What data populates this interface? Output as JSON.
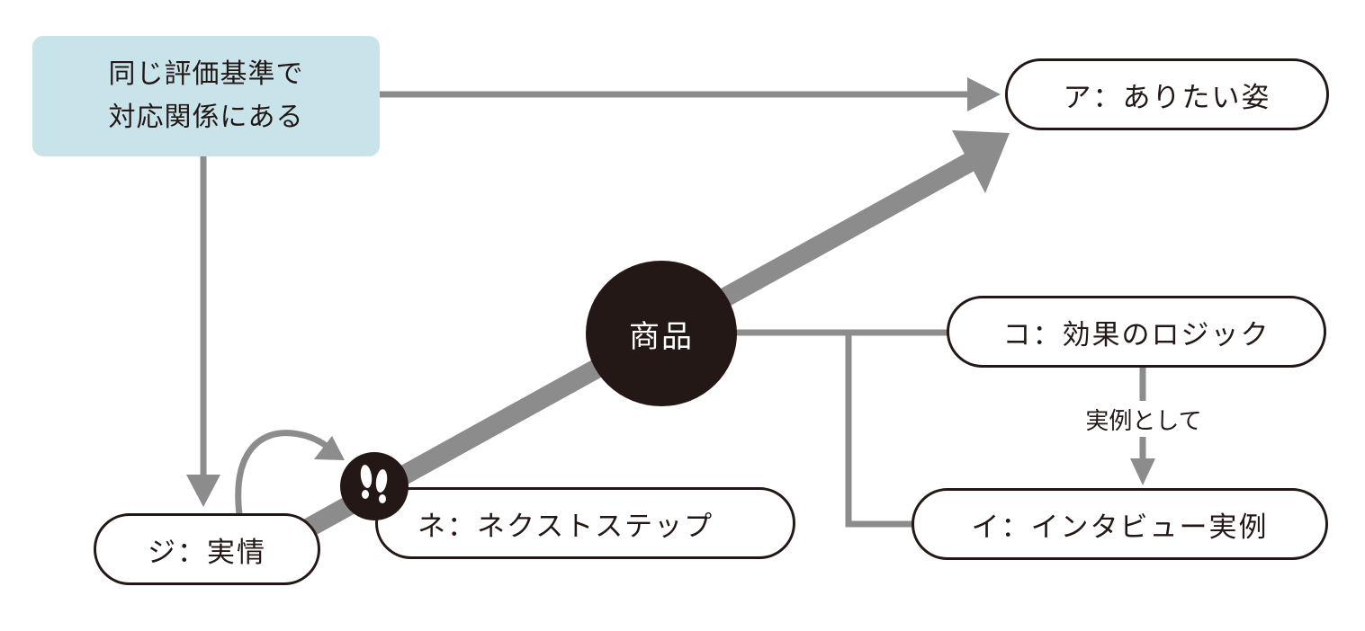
{
  "criteria": {
    "line1": "同じ評価基準で",
    "line2": "対応関係にある"
  },
  "nodes": {
    "ideal": "ア：ありたい姿",
    "reality": "ジ：実情",
    "next_step": "ネ：ネクストステップ",
    "logic": "コ：効果のロジック",
    "interview": "イ：インタビュー実例",
    "product": "商品"
  },
  "edge_labels": {
    "logic_to_interview": "実例として"
  },
  "icons": {
    "footprint": "footprints-icon"
  },
  "colors": {
    "arrow": "#8c8c8c",
    "border": "#231815",
    "criteria_fill": "#c8e4ea",
    "product_fill": "#231815"
  }
}
